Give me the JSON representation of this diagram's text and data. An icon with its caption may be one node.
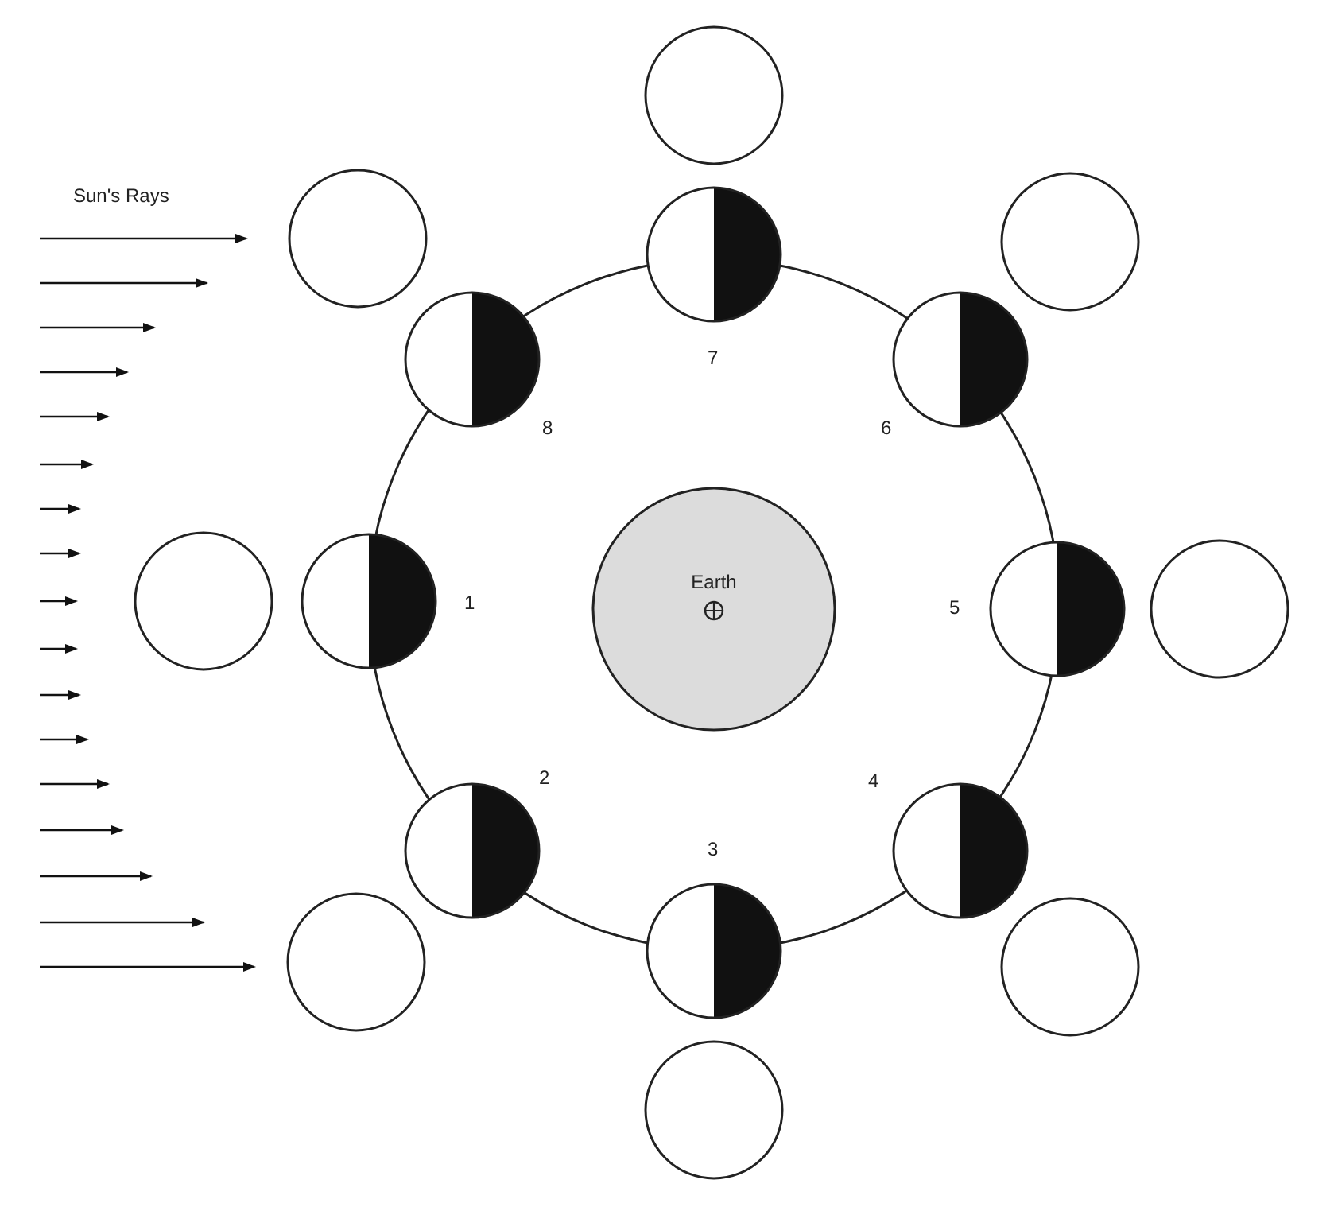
{
  "diagram": {
    "nodes": [
      {
        "text": [
          "Earth"
        ]
      },
      {
        "text": [],
        "shape": "circle",
        "beside": [
          "1"
        ]
      },
      {
        "text": [],
        "shape": "circle",
        "beside": [
          "2"
        ]
      },
      {
        "text": [],
        "shape": "circle",
        "beside": [
          "3"
        ]
      },
      {
        "text": [],
        "shape": "circle",
        "beside": [
          "4"
        ]
      },
      {
        "text": [],
        "shape": "circle",
        "beside": [
          "5"
        ]
      },
      {
        "text": [],
        "shape": "circle",
        "beside": [
          "6"
        ]
      },
      {
        "text": [],
        "shape": "circle",
        "beside": [
          "7"
        ]
      },
      {
        "text": [],
        "shape": "circle",
        "beside": [
          "8"
        ]
      },
      {
        "text": [],
        "shape": "circle"
      },
      {
        "text": [],
        "shape": "circle"
      },
      {
        "text": [],
        "shape": "circle"
      },
      {
        "text": [],
        "shape": "circle"
      },
      {
        "text": [],
        "shape": "circle"
      },
      {
        "text": [],
        "shape": "circle"
      },
      {
        "text": [],
        "shape": "circle"
      },
      {
        "text": [],
        "shape": "circle"
      }
    ],
    "labels": [
      "Sun's Rays"
    ]
  }
}
